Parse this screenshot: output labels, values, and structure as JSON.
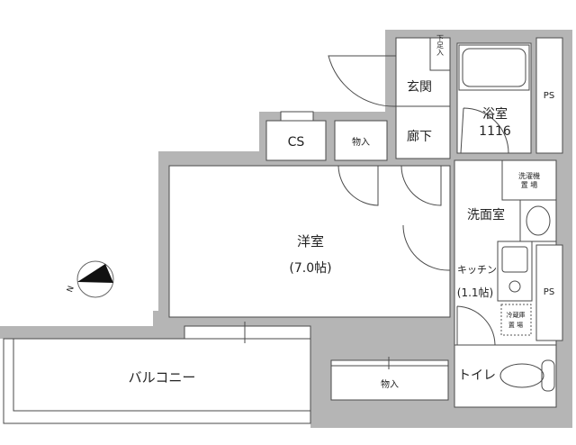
{
  "floor_plan": {
    "rooms": {
      "western_room": {
        "name": "洋室",
        "size": "(7.0帖)"
      },
      "balcony": "バルコニー",
      "closet_cs": "CS",
      "storage_top": "物入",
      "storage_bottom": "物入",
      "entrance": "玄関",
      "shoe_box": "下足入",
      "hallway": "廊下",
      "bathroom": {
        "name": "浴室",
        "size": "1116"
      },
      "pipe_space_top": "PS",
      "pipe_space_bottom": "PS",
      "washer_area": {
        "line1": "洗濯機",
        "line2": "置 場"
      },
      "washroom": "洗面室",
      "kitchen": {
        "name": "キッチン",
        "size": "(1.1帖)"
      },
      "fridge_area": {
        "line1": "冷蔵庫",
        "line2": "置 場"
      },
      "toilet": "トイレ"
    },
    "compass": {
      "label": "N"
    }
  }
}
